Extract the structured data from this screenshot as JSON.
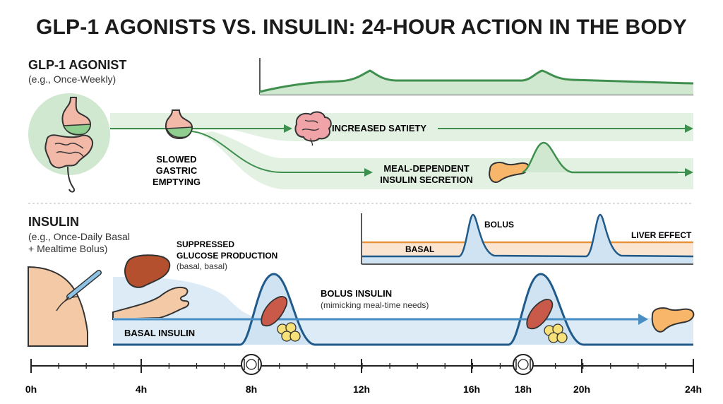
{
  "title": "GLP-1 AGONISTS VS. INSULIN: 24-HOUR ACTION IN THE BODY",
  "glp1": {
    "heading": "GLP-1 AGONIST",
    "subheading": "(e.g., Once-Weekly)",
    "slowed_gastric": [
      "SLOWED",
      "GASTRIC",
      "EMPTYING"
    ],
    "satiety": "INCREASED SATIETY",
    "meal_dependent": [
      "MEAL-DEPENDENT",
      "INSULIN SECRETION"
    ]
  },
  "insulin": {
    "heading": "INSULIN",
    "subheading": [
      "(e.g., Once-Daily Basal",
      "+ Mealtime Bolus)"
    ],
    "suppressed": [
      "SUPPRESSED",
      "GLUCOSE PRODUCTION"
    ],
    "suppressed_note": "(basal, basal)",
    "bolus_insulin": "BOLUS INSULIN",
    "bolus_note": "(mimicking meal-time needs)",
    "basal_insulin": "BASAL INSULIN",
    "inset": {
      "bolus": "BOLUS",
      "liver_effect": "LIVER EFFECT",
      "basal": "BASAL"
    }
  },
  "timeline": {
    "ticks": [
      "0h",
      "4h",
      "8h",
      "12h",
      "16h",
      "18h",
      "20h",
      "24h"
    ]
  },
  "colors": {
    "glp_green": "#3f8f4f",
    "glp_fill": "#cfe8cf",
    "insulin_blue": "#1f5a8a",
    "insulin_fill": "#cfe3f2",
    "basal_orange": "#e8923a"
  }
}
